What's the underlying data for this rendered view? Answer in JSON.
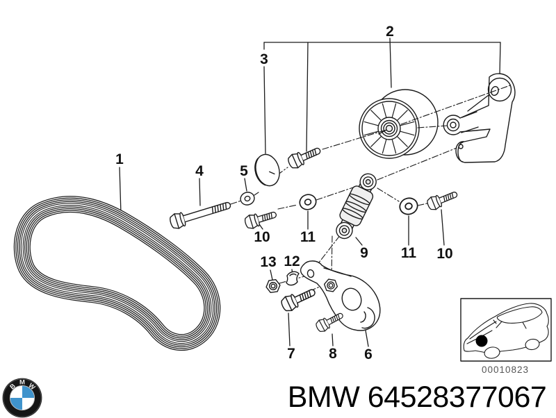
{
  "artwork": {
    "callouts": [
      "1",
      "2",
      "3",
      "4",
      "5",
      "10",
      "11",
      "9",
      "11",
      "10",
      "13",
      "12",
      "7",
      "8",
      "6"
    ]
  },
  "inset": {
    "code": "00010823"
  },
  "footer": {
    "part_title": "BMW 64528377067",
    "logo": {
      "b": "B",
      "m": "M",
      "w": "W"
    }
  },
  "colors": {
    "line": "#1a1a1a",
    "logo_blue": "#3f93cc",
    "logo_ring": "#151515"
  }
}
